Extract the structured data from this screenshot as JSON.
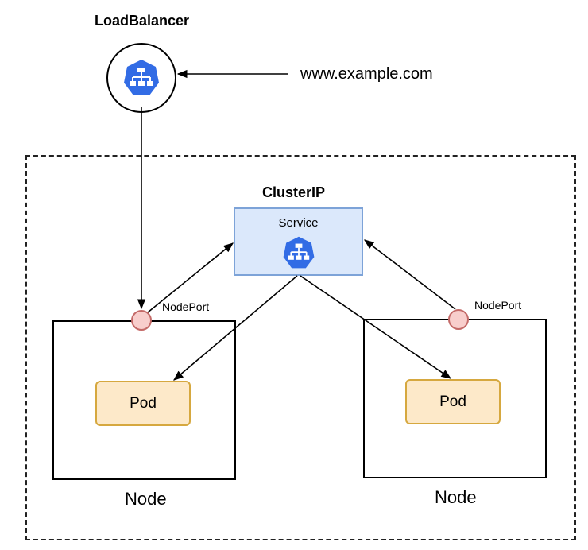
{
  "load_balancer": {
    "title": "LoadBalancer",
    "icon": "kubernetes-service-icon"
  },
  "external": {
    "url": "www.example.com"
  },
  "cluster": {
    "title": "ClusterIP"
  },
  "service": {
    "label": "Service",
    "icon": "kubernetes-service-icon"
  },
  "nodes": [
    {
      "label": "Node",
      "port_label": "NodePort",
      "pod_label": "Pod"
    },
    {
      "label": "Node",
      "port_label": "NodePort",
      "pod_label": "Pod"
    }
  ],
  "colors": {
    "pod_fill": "#fde9c9",
    "pod_border": "#d6a83f",
    "service_fill": "#dbe8fb",
    "service_border": "#7da3d8",
    "port_fill": "#f8cecc",
    "port_border": "#c46a68",
    "k8s_blue": "#326ce5"
  }
}
